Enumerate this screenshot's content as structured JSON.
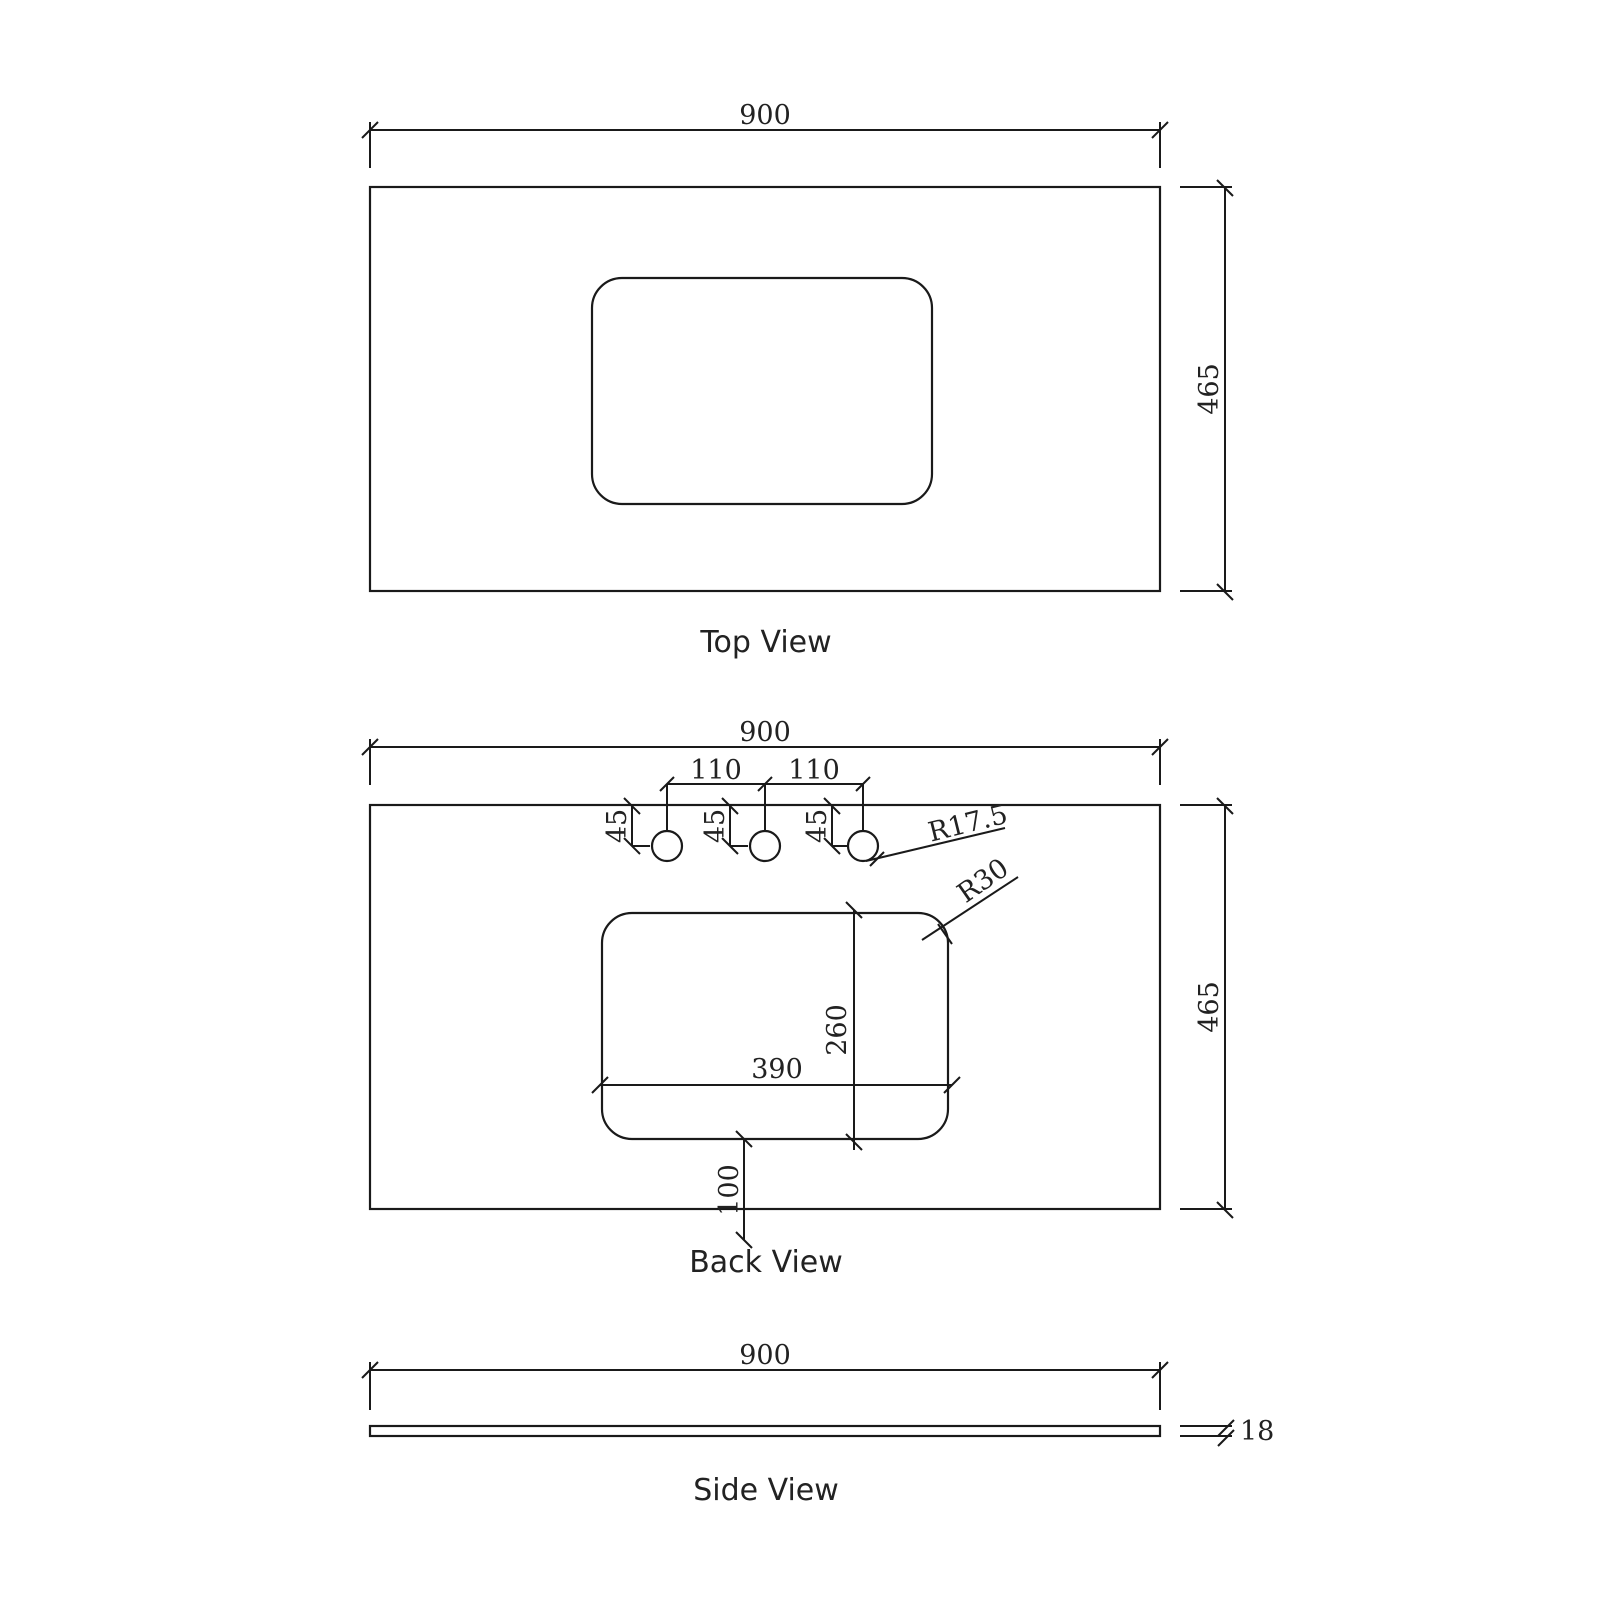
{
  "drawing": {
    "units": "mm",
    "views": {
      "top": {
        "caption": "Top View",
        "width_dim": "900",
        "depth_dim": "465"
      },
      "back": {
        "caption": "Back View",
        "width_dim": "900",
        "depth_dim": "465",
        "tap_spacing_left": "110",
        "tap_spacing_right": "110",
        "tap_hole_offsets": [
          "45",
          "45",
          "45"
        ],
        "tap_hole_radius": "R17.5",
        "basin_corner_radius": "R30",
        "basin_length": "390",
        "basin_width": "260",
        "basin_front_offset": "100"
      },
      "side": {
        "caption": "Side View",
        "width_dim": "900",
        "thickness_dim": "18"
      }
    }
  }
}
